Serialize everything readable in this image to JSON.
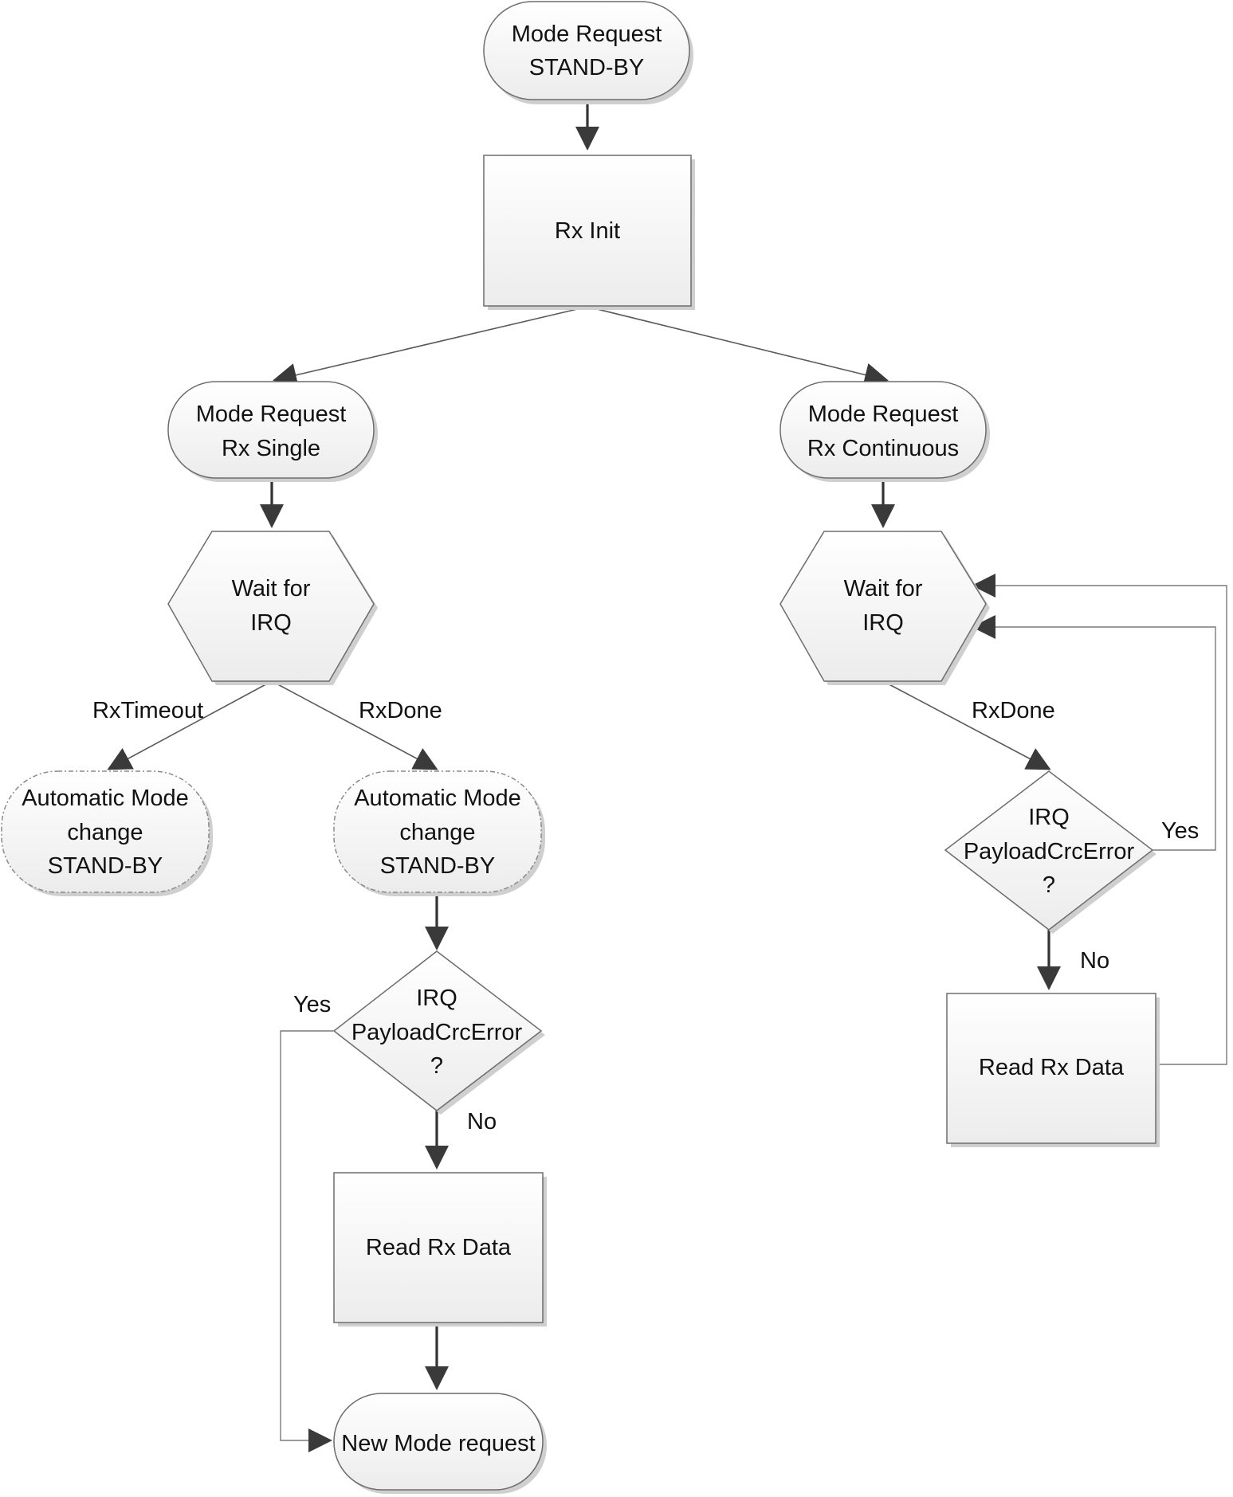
{
  "nodes": {
    "start": {
      "line1": "Mode Request",
      "line2": "STAND-BY"
    },
    "rx_init": {
      "line1": "Rx Init"
    },
    "rx_single": {
      "line1": "Mode Request",
      "line2": "Rx Single"
    },
    "rx_continuous": {
      "line1": "Mode Request",
      "line2": "Rx Continuous"
    },
    "wait_left": {
      "line1": "Wait for",
      "line2": "IRQ"
    },
    "wait_right": {
      "line1": "Wait for",
      "line2": "IRQ"
    },
    "auto_timeout": {
      "line1": "Automatic Mode",
      "line2": "change",
      "line3": "STAND-BY"
    },
    "auto_done": {
      "line1": "Automatic Mode",
      "line2": "change",
      "line3": "STAND-BY"
    },
    "crc_left": {
      "line1": "IRQ",
      "line2": "PayloadCrcError",
      "line3": "?"
    },
    "crc_right": {
      "line1": "IRQ",
      "line2": "PayloadCrcError",
      "line3": "?"
    },
    "read_left": {
      "line1": "Read Rx Data"
    },
    "read_right": {
      "line1": "Read Rx Data"
    },
    "new_mode": {
      "line1": "New Mode request"
    }
  },
  "edge_labels": {
    "rx_timeout": "RxTimeout",
    "rx_done_left": "RxDone",
    "rx_done_right": "RxDone",
    "yes_left": "Yes",
    "no_left": "No",
    "yes_right": "Yes",
    "no_right": "No"
  }
}
